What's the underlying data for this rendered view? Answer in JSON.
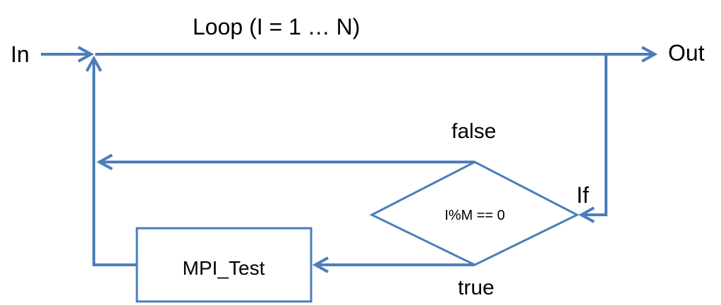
{
  "labels": {
    "title": "Loop (I = 1 … N)",
    "input": "In",
    "output": "Out",
    "branch_false": "false",
    "branch_true": "true",
    "if": "If",
    "condition": "I%M == 0",
    "process": "MPI_Test"
  },
  "colors": {
    "line": "#4a7ebb",
    "text": "#000000",
    "fill": "#ffffff"
  }
}
